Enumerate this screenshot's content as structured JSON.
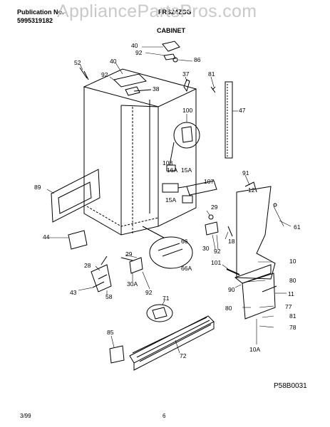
{
  "header": {
    "publication_label": "Publication No.",
    "publication_number": "5995319182",
    "model": "FRS24ZSG",
    "section": "CABINET"
  },
  "watermark": "AppliancePartsPros.com",
  "diagram": {
    "drawing_code": "P58B0031",
    "callouts": [
      "40",
      "92",
      "86",
      "52",
      "40",
      "92",
      "38",
      "37",
      "81",
      "47",
      "100",
      "108",
      "16A",
      "15A",
      "107",
      "89",
      "15A",
      "29",
      "91",
      "12",
      "61",
      "44",
      "66",
      "30",
      "92",
      "18",
      "66A",
      "29",
      "28",
      "101",
      "10",
      "90",
      "80",
      "43",
      "58",
      "30A",
      "92",
      "71",
      "11",
      "77",
      "81",
      "80",
      "78",
      "85",
      "72",
      "10A"
    ]
  },
  "footer": {
    "date": "3/99",
    "page": "6"
  }
}
